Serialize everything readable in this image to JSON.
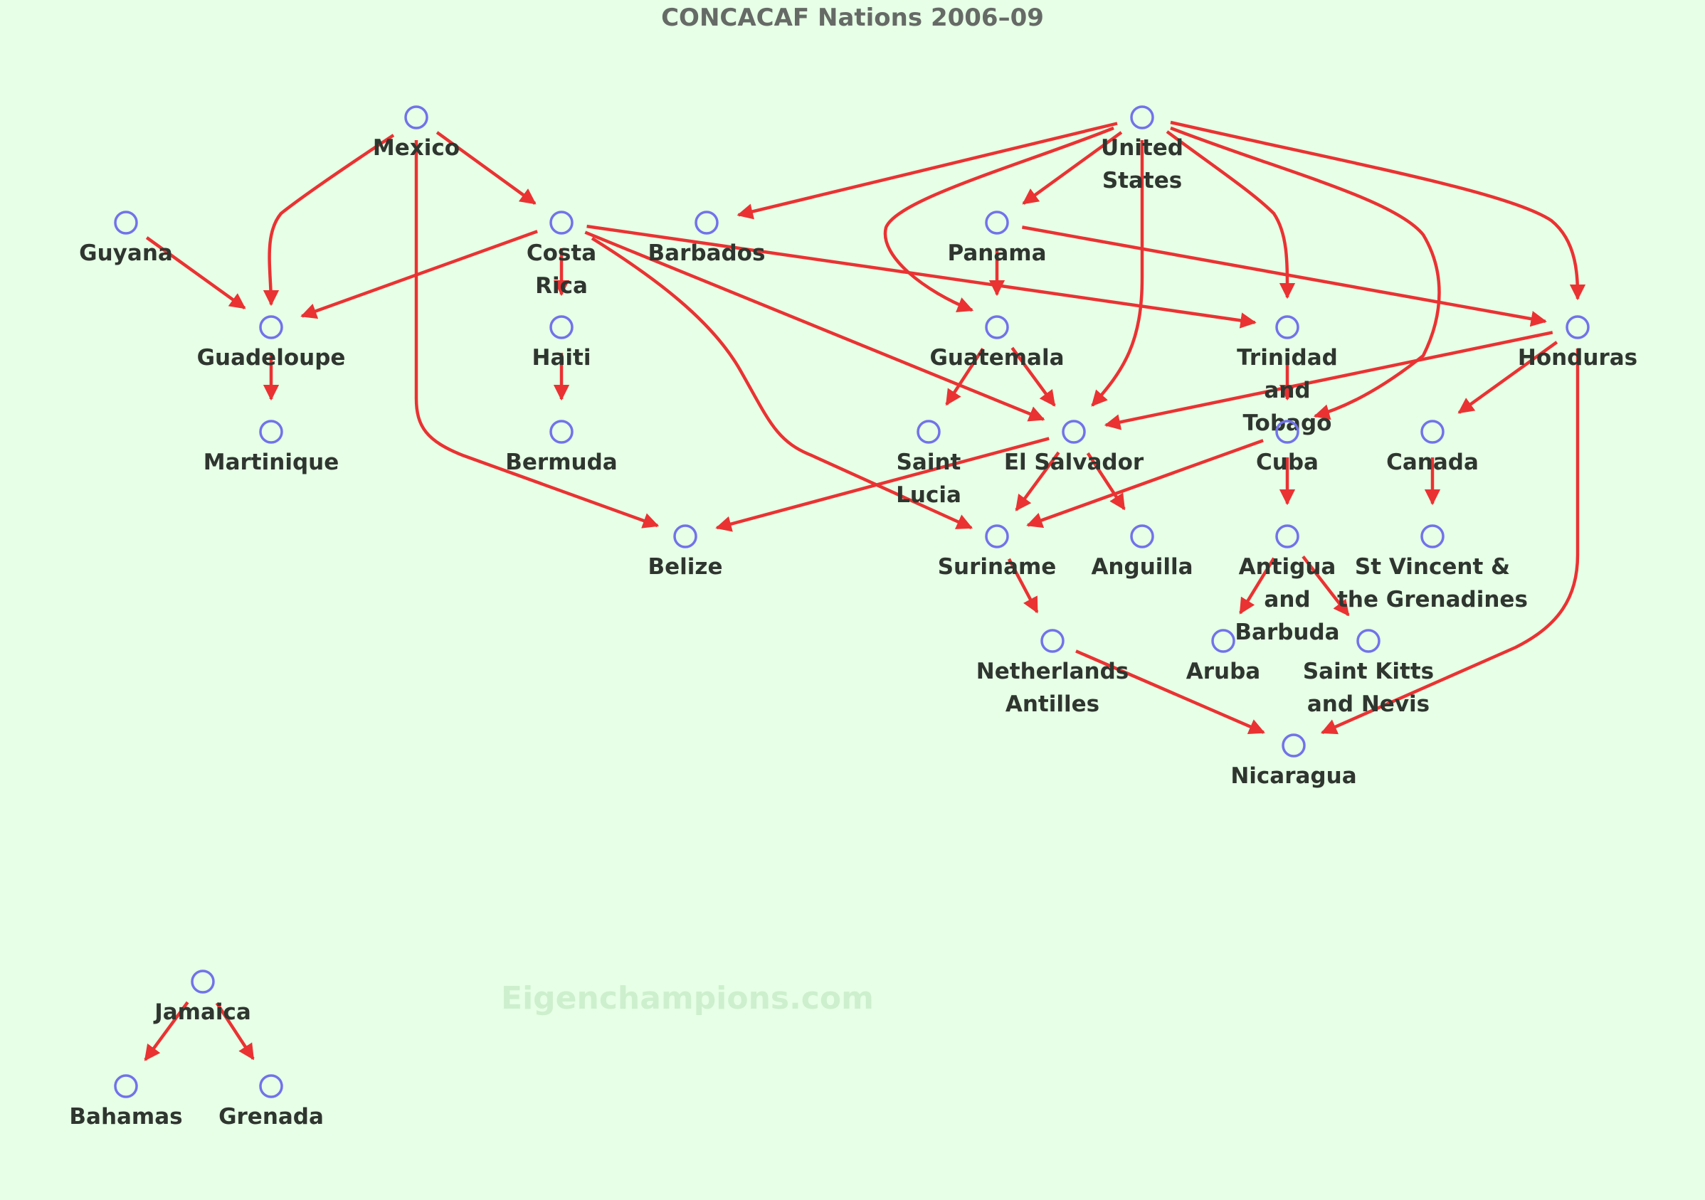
{
  "title": "CONCACAF Nations 2006–09",
  "watermark": "Eigenchampions.com",
  "colors": {
    "background": "#e6ffe6",
    "edge": "#ea3232",
    "node": "#7272ea",
    "label": "#2f352f"
  },
  "nodes": [
    {
      "id": "mexico",
      "lines": [
        "Mexico"
      ]
    },
    {
      "id": "usa",
      "lines": [
        "United",
        "States"
      ]
    },
    {
      "id": "guyana",
      "lines": [
        "Guyana"
      ]
    },
    {
      "id": "costarica",
      "lines": [
        "Costa",
        "Rica"
      ]
    },
    {
      "id": "barbados",
      "lines": [
        "Barbados"
      ]
    },
    {
      "id": "panama",
      "lines": [
        "Panama"
      ]
    },
    {
      "id": "guadeloupe",
      "lines": [
        "Guadeloupe"
      ]
    },
    {
      "id": "haiti",
      "lines": [
        "Haiti"
      ]
    },
    {
      "id": "guatemala",
      "lines": [
        "Guatemala"
      ]
    },
    {
      "id": "trinidad",
      "lines": [
        "Trinidad",
        "and",
        "Tobago"
      ]
    },
    {
      "id": "honduras",
      "lines": [
        "Honduras"
      ]
    },
    {
      "id": "martinique",
      "lines": [
        "Martinique"
      ]
    },
    {
      "id": "bermuda",
      "lines": [
        "Bermuda"
      ]
    },
    {
      "id": "saintlucia",
      "lines": [
        "Saint",
        "Lucia"
      ]
    },
    {
      "id": "elsalvador",
      "lines": [
        "El Salvador"
      ]
    },
    {
      "id": "cuba",
      "lines": [
        "Cuba"
      ]
    },
    {
      "id": "canada",
      "lines": [
        "Canada"
      ]
    },
    {
      "id": "belize",
      "lines": [
        "Belize"
      ]
    },
    {
      "id": "suriname",
      "lines": [
        "Suriname"
      ]
    },
    {
      "id": "anguilla",
      "lines": [
        "Anguilla"
      ]
    },
    {
      "id": "antigua",
      "lines": [
        "Antigua",
        "and",
        "Barbuda"
      ]
    },
    {
      "id": "stvincent",
      "lines": [
        "St Vincent &",
        "the Grenadines"
      ]
    },
    {
      "id": "netherlands",
      "lines": [
        "Netherlands",
        "Antilles"
      ]
    },
    {
      "id": "aruba",
      "lines": [
        "Aruba"
      ]
    },
    {
      "id": "stkitts",
      "lines": [
        "Saint Kitts",
        "and Nevis"
      ]
    },
    {
      "id": "nicaragua",
      "lines": [
        "Nicaragua"
      ]
    },
    {
      "id": "jamaica",
      "lines": [
        "Jamaica"
      ]
    },
    {
      "id": "bahamas",
      "lines": [
        "Bahamas"
      ]
    },
    {
      "id": "grenada",
      "lines": [
        "Grenada"
      ]
    }
  ],
  "edges": [
    {
      "from": "mexico",
      "to": "guadeloupe"
    },
    {
      "from": "mexico",
      "to": "costarica"
    },
    {
      "from": "mexico",
      "to": "belize"
    },
    {
      "from": "guyana",
      "to": "guadeloupe"
    },
    {
      "from": "costarica",
      "to": "guadeloupe"
    },
    {
      "from": "costarica",
      "to": "haiti"
    },
    {
      "from": "costarica",
      "to": "trinidad"
    },
    {
      "from": "costarica",
      "to": "elsalvador"
    },
    {
      "from": "costarica",
      "to": "suriname"
    },
    {
      "from": "guadeloupe",
      "to": "martinique"
    },
    {
      "from": "haiti",
      "to": "bermuda"
    },
    {
      "from": "usa",
      "to": "barbados"
    },
    {
      "from": "usa",
      "to": "panama"
    },
    {
      "from": "usa",
      "to": "guatemala"
    },
    {
      "from": "usa",
      "to": "elsalvador"
    },
    {
      "from": "usa",
      "to": "trinidad"
    },
    {
      "from": "usa",
      "to": "cuba"
    },
    {
      "from": "usa",
      "to": "honduras"
    },
    {
      "from": "panama",
      "to": "guatemala"
    },
    {
      "from": "panama",
      "to": "honduras"
    },
    {
      "from": "guatemala",
      "to": "saintlucia"
    },
    {
      "from": "guatemala",
      "to": "elsalvador"
    },
    {
      "from": "trinidad",
      "to": "cuba"
    },
    {
      "from": "honduras",
      "to": "elsalvador"
    },
    {
      "from": "honduras",
      "to": "canada"
    },
    {
      "from": "honduras",
      "to": "nicaragua"
    },
    {
      "from": "elsalvador",
      "to": "belize"
    },
    {
      "from": "elsalvador",
      "to": "suriname"
    },
    {
      "from": "elsalvador",
      "to": "anguilla"
    },
    {
      "from": "cuba",
      "to": "suriname"
    },
    {
      "from": "cuba",
      "to": "antigua"
    },
    {
      "from": "canada",
      "to": "stvincent"
    },
    {
      "from": "suriname",
      "to": "netherlands"
    },
    {
      "from": "antigua",
      "to": "aruba"
    },
    {
      "from": "antigua",
      "to": "stkitts"
    },
    {
      "from": "netherlands",
      "to": "nicaragua"
    },
    {
      "from": "jamaica",
      "to": "bahamas"
    },
    {
      "from": "jamaica",
      "to": "grenada"
    }
  ]
}
